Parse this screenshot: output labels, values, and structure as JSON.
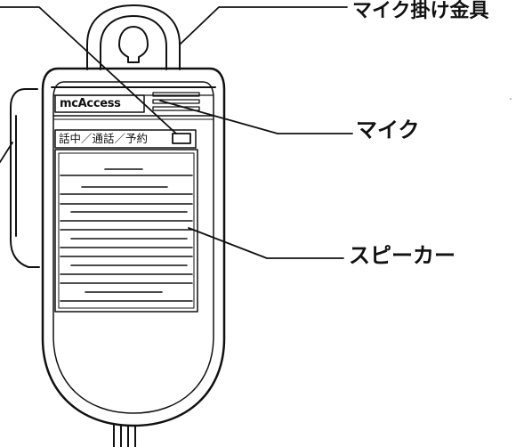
{
  "brand_logo_text": "mcAccess",
  "indicator_label": "話中／通話／予約",
  "callouts": {
    "hanger": "マイク掛け金具",
    "microphone": "マイク",
    "speaker": "スピーカー"
  },
  "colors": {
    "line": "#111111",
    "background": "#ffffff"
  }
}
